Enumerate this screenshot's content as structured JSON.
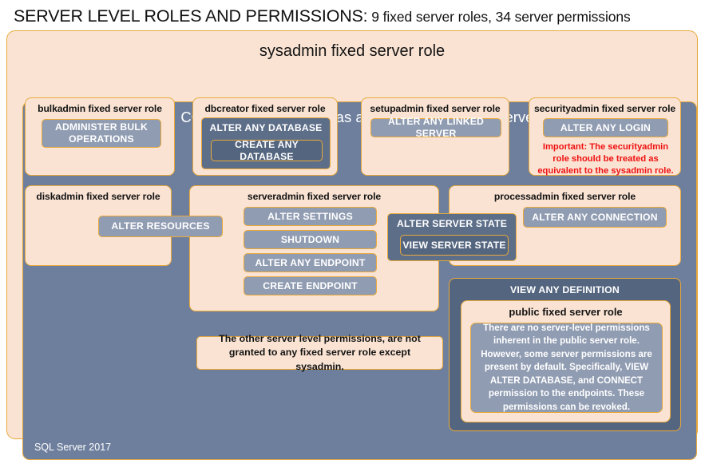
{
  "header": {
    "title_strong": "SERVER LEVEL ROLES AND PERMISSIONS:",
    "title_sub": " 9 fixed server roles, 34 server permissions"
  },
  "sysadmin": {
    "label": "sysadmin fixed server role"
  },
  "control_server": {
    "label": "CONTROL SERVER: Has all permissions in the server",
    "footer": "SQL Server 2017"
  },
  "roles": {
    "bulkadmin": {
      "title": "bulkadmin fixed server role",
      "permission": "ADMINISTER  BULK OPERATIONS"
    },
    "dbcreator": {
      "title": "dbcreator fixed server role",
      "outer_permission": "ALTER ANY DATABASE",
      "inner_permission": "CREATE  ANY DATABASE"
    },
    "setupadmin": {
      "title": "setupadmin fixed server role",
      "permission": "ALTER ANY LINKED SERVER"
    },
    "securityadmin": {
      "title": "securityadmin fixed server role",
      "permission": "ALTER ANY LOGIN",
      "warning": "Important:  The securityadmin role should  be treated as equivalent to the  sysadmin role."
    },
    "diskadmin": {
      "title": "diskadmin fixed server role",
      "permission": "ALTER RESOURCES"
    },
    "serveradmin": {
      "title": "serveradmin fixed server role",
      "permissions": [
        "ALTER SETTINGS",
        "SHUTDOWN",
        "ALTER ANY ENDPOINT",
        "CREATE  ENDPOINT"
      ],
      "shared_outer_permission": "ALTER SERVER STATE",
      "shared_inner_permission": "VIEW SERVER STATE"
    },
    "processadmin": {
      "title": "processadmin fixed server role",
      "permission": "ALTER ANY CONNECTION"
    },
    "public": {
      "band_permission": "VIEW ANY DEFINITION",
      "title": "public  fixed server role",
      "body": "There are no server-level permissions inherent in the public server role. However, some server permissions are present by default. Specifically, VIEW ALTER DATABASE, and CONNECT permission to the endpoints. These permissions can be revoked."
    }
  },
  "notes": {
    "other_permissions": "The other server level permissions,  are not granted to any fixed server role except sysadmin."
  },
  "colors": {
    "peach": "#FAE3D3",
    "gold_border": "#E9A93B",
    "slate_panel": "#6E7F9D",
    "chip_light": "#909CB2",
    "chip_dark": "#5D6E89",
    "chip_darker": "#54657F",
    "warning_red": "#F01010"
  }
}
